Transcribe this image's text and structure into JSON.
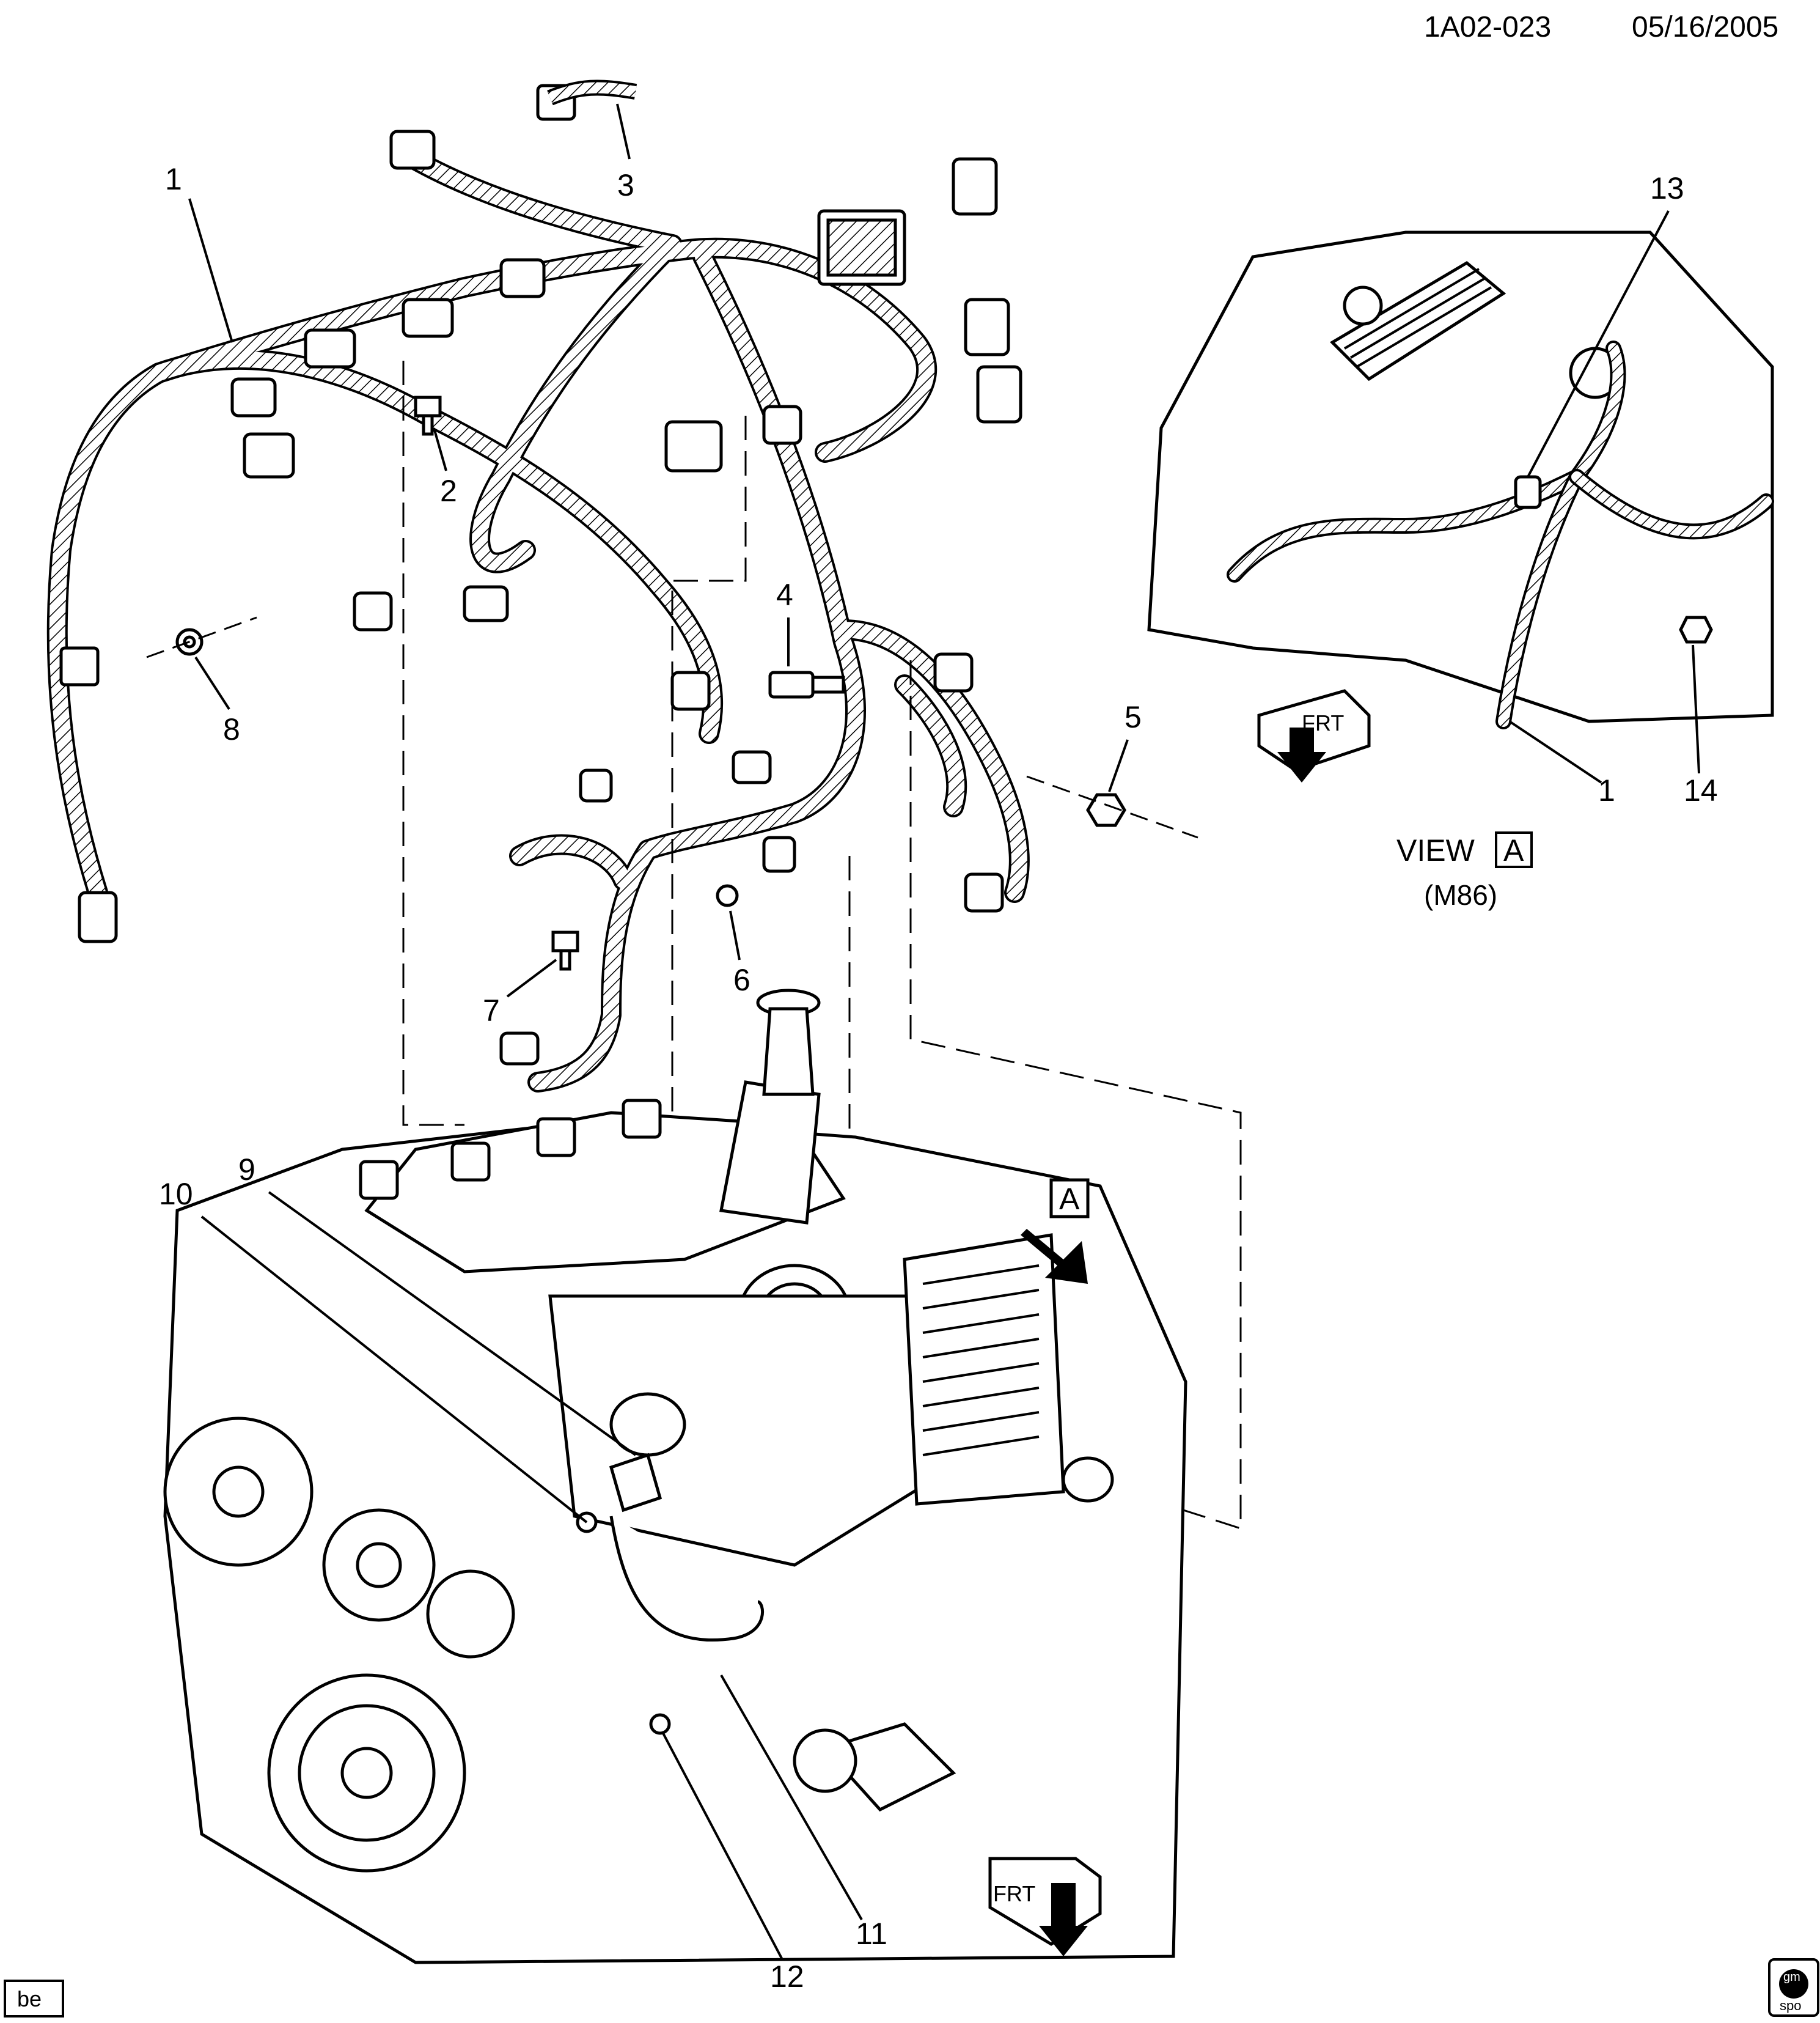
{
  "header": {
    "diagram_id": "1A02-023",
    "date": "05/16/2005"
  },
  "callouts": [
    "1",
    "2",
    "3",
    "4",
    "5",
    "6",
    "7",
    "8",
    "9",
    "10",
    "11",
    "12",
    "13",
    "1",
    "14"
  ],
  "view": {
    "label": "VIEW",
    "letter": "A",
    "option": "(M86)"
  },
  "main_arrow": {
    "letter": "A"
  },
  "front_arrows": {
    "main_label": "FRT",
    "view_label": "FRT"
  },
  "corner_tag": "be",
  "logo": {
    "line1": "gm",
    "line2": "spo"
  }
}
